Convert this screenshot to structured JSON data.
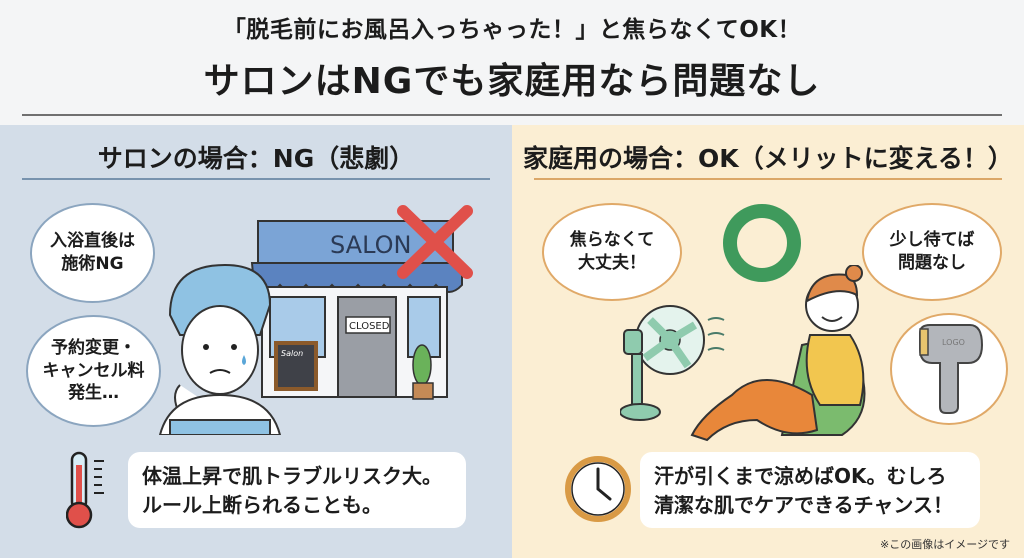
{
  "header": {
    "subtitle": "「脱毛前にお風呂入っちゃった！」と焦らなくてOK！",
    "title": "サロンはNGでも家庭用なら問題なし"
  },
  "left_panel": {
    "heading": "サロンの場合：NG（悲劇）",
    "bubble_1": [
      "入浴直後は",
      "施術NG"
    ],
    "bubble_2": [
      "予約変更・",
      "キャンセル料",
      "発生…"
    ],
    "sign_text": "SALON",
    "door_sign": "CLOSED",
    "board_text": "Salon",
    "mark": "✕",
    "note_lines": [
      "体温上昇で肌トラブルリスク大。",
      "ルール上断られることも。"
    ],
    "icon": "thermometer-icon",
    "colors": {
      "bg": "#d3dde8",
      "accent": "#7893ae",
      "cross": "#e0504a"
    }
  },
  "right_panel": {
    "heading": "家庭用の場合：OK（メリットに変える！）",
    "bubble_1": [
      "焦らなくて",
      "大丈夫！"
    ],
    "bubble_2": [
      "少し待てば",
      "問題なし"
    ],
    "device_label": "LOGO",
    "mark": "○",
    "note_lines": [
      "汗が引くまで涼めばOK。むしろ",
      "清潔な肌でケアできるチャンス！"
    ],
    "icon": "clock-icon",
    "colors": {
      "bg": "#fbeed3",
      "accent": "#dba768",
      "circle": "#3f9a5c"
    }
  },
  "footnote": "※この画像はイメージです"
}
